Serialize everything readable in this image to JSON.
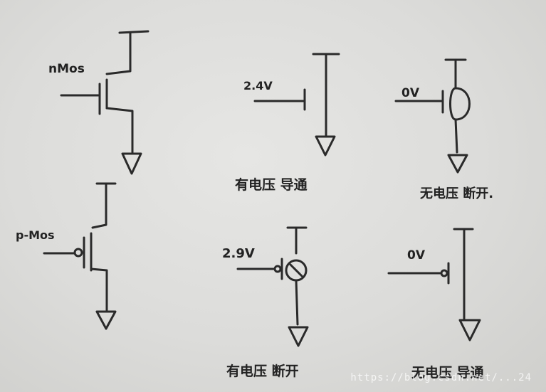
{
  "labels": {
    "nmos": "nMos",
    "pmos": "p-Mos",
    "v_24": "2.4V",
    "v_0_top": "0V",
    "v_29": "2.9V",
    "v_0_bottom": "0V",
    "cap_top_mid": "有电压 导通",
    "cap_top_right": "无电压 断开.",
    "cap_bot_mid": "有电压 断开",
    "cap_bot_right": "无电压 导通"
  },
  "watermark": "https://blog.csdn.net/...24"
}
